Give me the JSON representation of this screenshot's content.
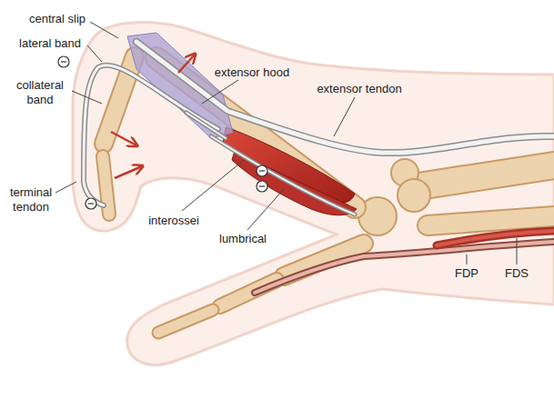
{
  "diagram": {
    "labels": [
      "central slip",
      "lateral band",
      "collateral band",
      "extensor hood",
      "extensor tendon",
      "terminal tendon",
      "interossei",
      "lumbrical",
      "FDP",
      "FDS"
    ]
  }
}
